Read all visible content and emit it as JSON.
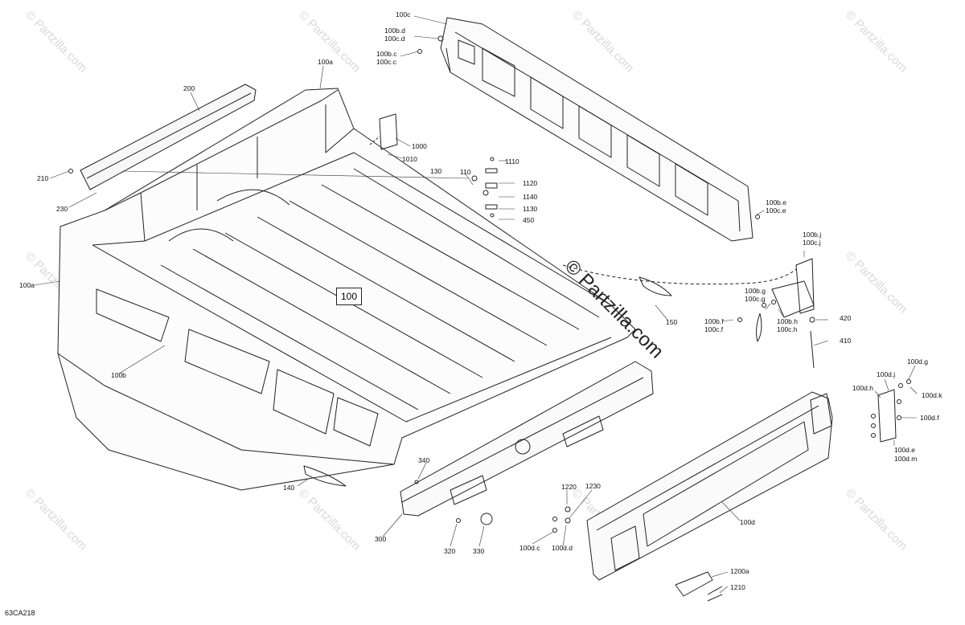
{
  "diagram": {
    "reference_code": "63CA218",
    "boxed_callout": "100",
    "watermark_text": "© Partzilla.com",
    "callouts": {
      "c100c": "100c",
      "c100bd": "100b.d",
      "c100cd": "100c.d",
      "c100bc": "100b.c",
      "c100cc": "100c.c",
      "c100a_top": "100a",
      "c200": "200",
      "c210": "210",
      "c230": "230",
      "c100a_left": "100a",
      "c100b": "100b",
      "c140": "140",
      "c1000": "1000",
      "c1010": "1010",
      "c130": "130",
      "c110": "110",
      "c1110": "1110",
      "c1120": "1120",
      "c1140": "1140",
      "c1130": "1130",
      "c450": "450",
      "c100be": "100b.e",
      "c100ce": "100c.e",
      "c100bj": "100b.j",
      "c100cj": "100c.j",
      "c150": "150",
      "c100bg": "100b.g",
      "c100cg": "100c.g",
      "c100bf": "100b.f",
      "c100cf": "100c.f",
      "c100bh": "100b.h",
      "c100ch": "100c.h",
      "c420": "420",
      "c410": "410",
      "c100dg": "100d.g",
      "c100dj": "100d.j",
      "c100dh": "100d.h",
      "c100dk": "100d.k",
      "c100df": "100d.f",
      "c100de": "100d.e",
      "c100dm": "100d.m",
      "c340": "340",
      "c300": "300",
      "c320": "320",
      "c330": "330",
      "c1220": "1220",
      "c1230": "1230",
      "c100dc": "100d.c",
      "c100dd": "100d.d",
      "c100d": "100d",
      "c1200a": "1200a",
      "c1210": "1210"
    }
  }
}
